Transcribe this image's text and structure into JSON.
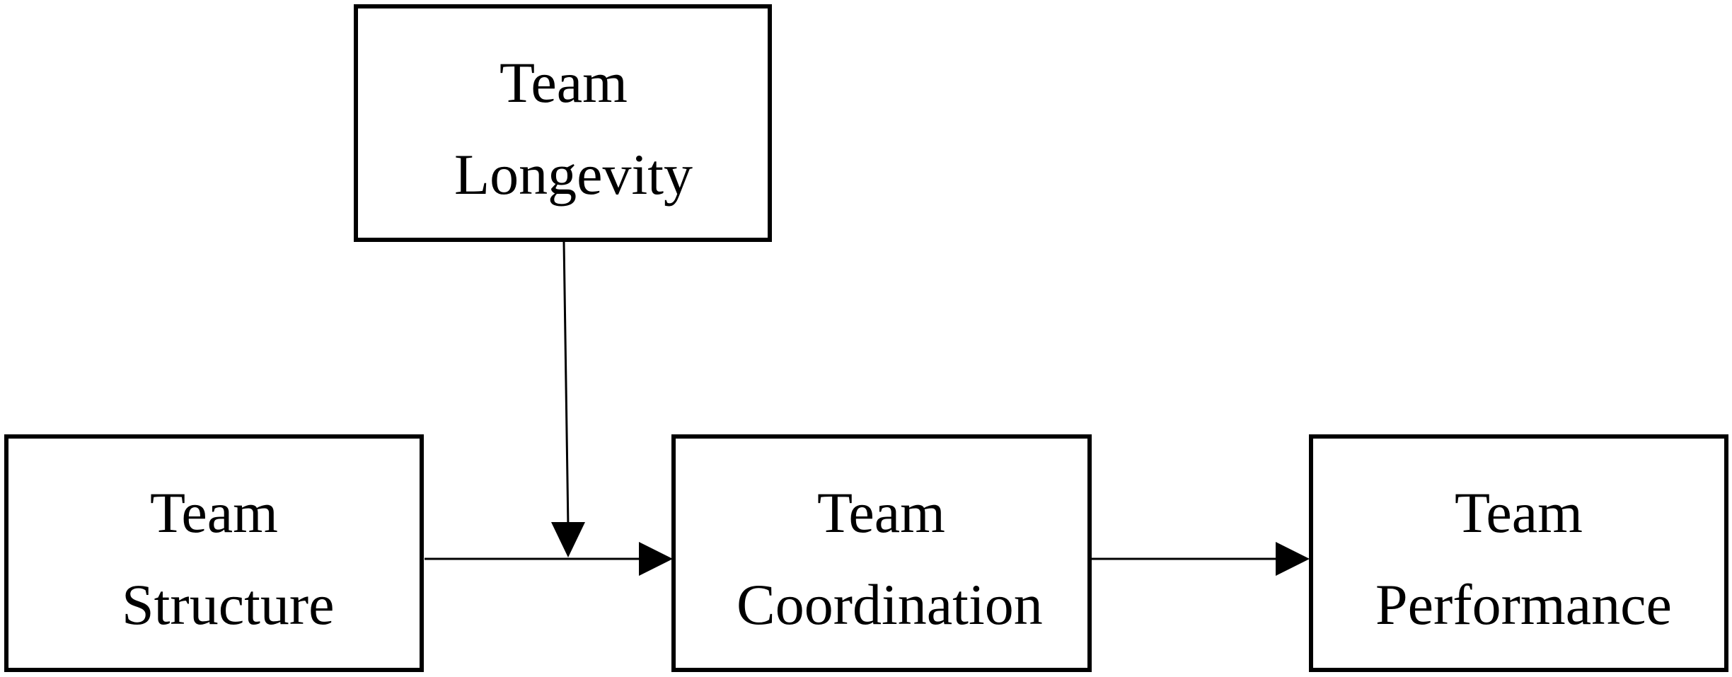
{
  "nodes": {
    "longevity": {
      "line1": "Team",
      "line2": "Longevity"
    },
    "structure": {
      "line1": "Team",
      "line2": "Structure"
    },
    "coordination": {
      "line1": "Team",
      "line2": "Coordination"
    },
    "performance": {
      "line1": "Team",
      "line2": "Performance"
    }
  },
  "edges": [
    {
      "from": "Team Structure",
      "to": "Team Coordination"
    },
    {
      "from": "Team Coordination",
      "to": "Team Performance"
    },
    {
      "from": "Team Longevity",
      "to": "Team Structure → Team Coordination path",
      "type": "moderation"
    }
  ],
  "colors": {
    "stroke": "#000000",
    "background": "#ffffff"
  }
}
